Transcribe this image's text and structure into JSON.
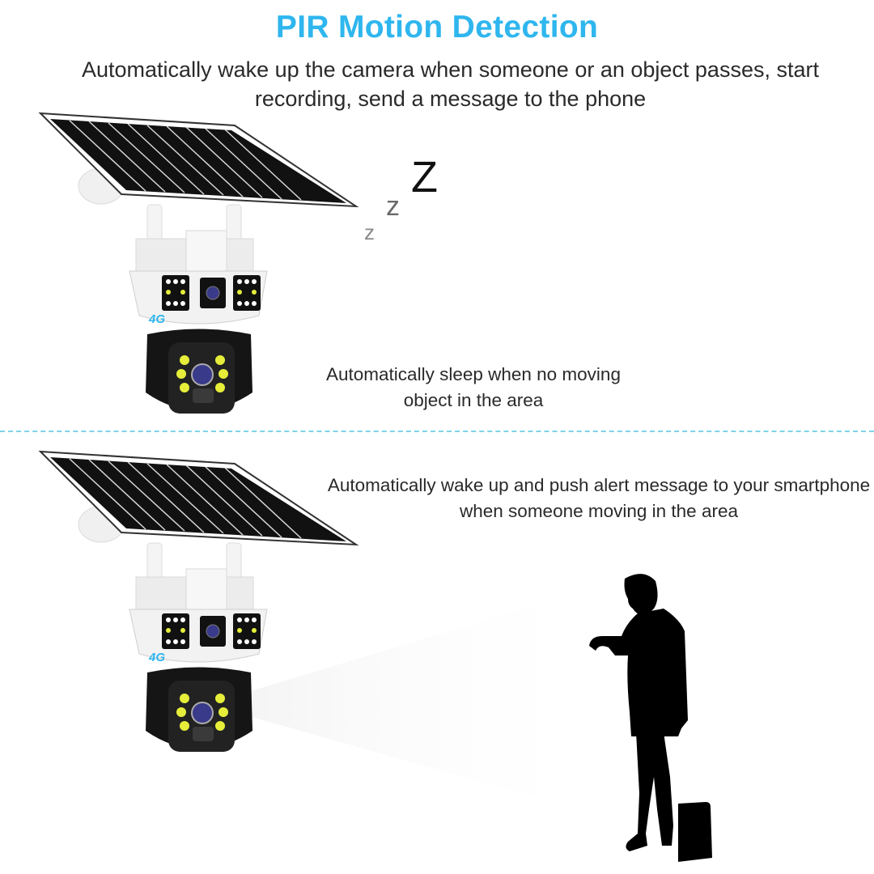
{
  "header": {
    "title": "PIR Motion Detection",
    "subtitle": "Automatically wake up the camera when someone or an object passes, start recording, send a message to the phone"
  },
  "scene_sleep": {
    "caption": "Automatically sleep when no moving object in the area",
    "sleep_symbols": [
      "z",
      "z",
      "Z"
    ],
    "camera_badge": "4G"
  },
  "scene_wake": {
    "caption": "Automatically wake up and push alert message to your smartphone when someone moving in the area",
    "camera_badge": "4G"
  },
  "colors": {
    "title_accent": "#2fb6ee",
    "divider": "#7fd3ea",
    "text": "#2a2a2a",
    "led_yellow": "#e6ee3a",
    "lens_blue": "#3a3a8a"
  }
}
